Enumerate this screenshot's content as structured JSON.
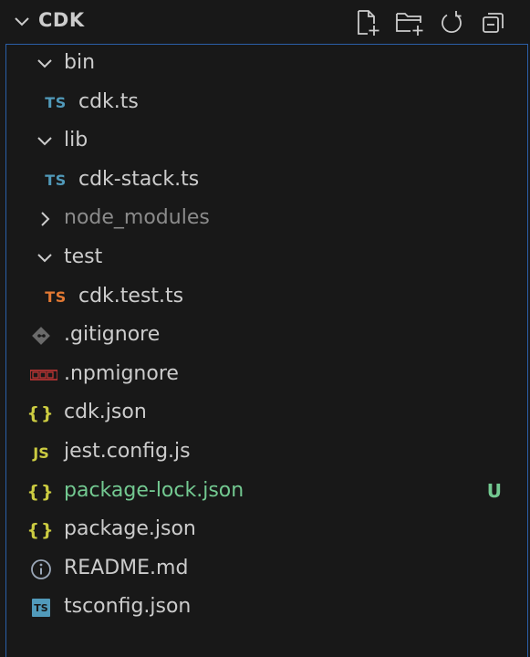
{
  "header": {
    "title": "CDK",
    "actions": [
      "new-file",
      "new-folder",
      "refresh",
      "collapse-all"
    ]
  },
  "colors": {
    "background": "#181818",
    "text": "#cccccc",
    "dim": "#8b8b8b",
    "added": "#73c991",
    "ts_blue": "#519aba",
    "ts_orange": "#e37933",
    "json_yellow": "#cbcb41",
    "focus_border": "#2b5fa8"
  },
  "tree": [
    {
      "label": "bin",
      "kind": "folder",
      "expanded": true,
      "depth": 0,
      "icon": "chevron-down-icon"
    },
    {
      "label": "cdk.ts",
      "kind": "file",
      "depth": 1,
      "icon": "ts-icon",
      "icon_text": "TS"
    },
    {
      "label": "lib",
      "kind": "folder",
      "expanded": true,
      "depth": 0,
      "icon": "chevron-down-icon"
    },
    {
      "label": "cdk-stack.ts",
      "kind": "file",
      "depth": 1,
      "icon": "ts-icon",
      "icon_text": "TS"
    },
    {
      "label": "node_modules",
      "kind": "folder",
      "expanded": false,
      "depth": 0,
      "icon": "chevron-right-icon",
      "dim": true
    },
    {
      "label": "test",
      "kind": "folder",
      "expanded": true,
      "depth": 0,
      "icon": "chevron-down-icon"
    },
    {
      "label": "cdk.test.ts",
      "kind": "file",
      "depth": 1,
      "icon": "ts-test-icon",
      "icon_text": "TS"
    },
    {
      "label": ".gitignore",
      "kind": "file",
      "depth": 0,
      "icon": "git-icon"
    },
    {
      "label": ".npmignore",
      "kind": "file",
      "depth": 0,
      "icon": "npm-icon"
    },
    {
      "label": "cdk.json",
      "kind": "file",
      "depth": 0,
      "icon": "json-icon",
      "icon_text": "{}"
    },
    {
      "label": "jest.config.js",
      "kind": "file",
      "depth": 0,
      "icon": "js-icon",
      "icon_text": "JS"
    },
    {
      "label": "package-lock.json",
      "kind": "file",
      "depth": 0,
      "icon": "json-icon",
      "icon_text": "{}",
      "status": "U"
    },
    {
      "label": "package.json",
      "kind": "file",
      "depth": 0,
      "icon": "json-icon",
      "icon_text": "{}"
    },
    {
      "label": "README.md",
      "kind": "file",
      "depth": 0,
      "icon": "info-icon"
    },
    {
      "label": "tsconfig.json",
      "kind": "file",
      "depth": 0,
      "icon": "tsconfig-icon",
      "icon_text": "TS"
    }
  ]
}
